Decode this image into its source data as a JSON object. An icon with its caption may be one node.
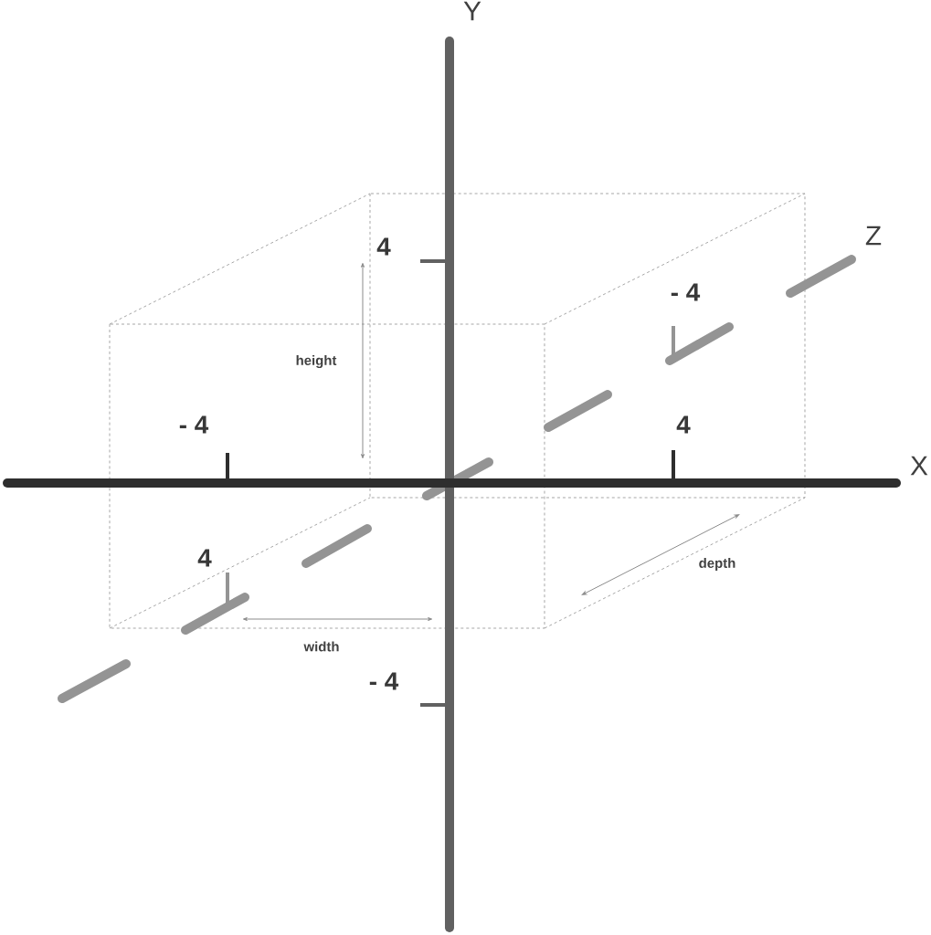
{
  "diagram": {
    "labels": [
      "Y",
      "4",
      "Z",
      "- 4",
      "height",
      "- 4",
      "4",
      "X",
      "depth",
      "4",
      "width",
      "- 4"
    ]
  }
}
